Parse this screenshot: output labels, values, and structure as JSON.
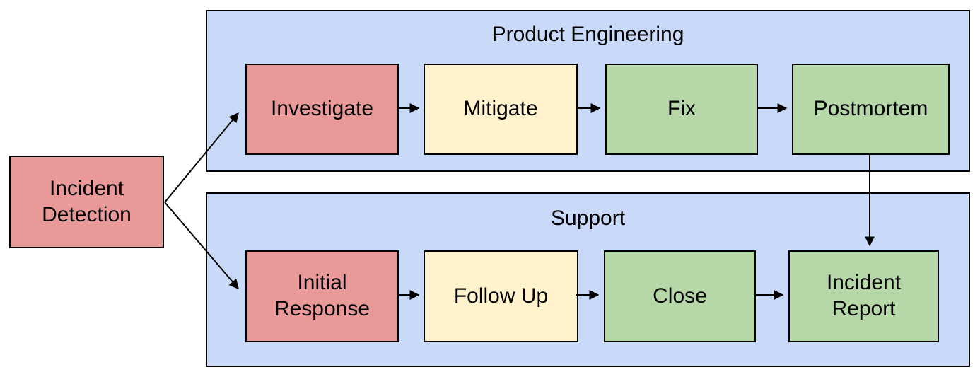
{
  "diagram": {
    "start": {
      "label": "Incident Detection",
      "fill": "#EA9999"
    },
    "groups": [
      {
        "title": "Product Engineering",
        "fill": "#C9DAF8",
        "nodes": [
          {
            "id": "investigate",
            "label": "Investigate",
            "fill": "#EA9999"
          },
          {
            "id": "mitigate",
            "label": "Mitigate",
            "fill": "#FFF2CC"
          },
          {
            "id": "fix",
            "label": "Fix",
            "fill": "#B6D7A8"
          },
          {
            "id": "postmortem",
            "label": "Postmortem",
            "fill": "#B6D7A8"
          }
        ]
      },
      {
        "title": "Support",
        "fill": "#C9DAF8",
        "nodes": [
          {
            "id": "initial-response",
            "label": "Initial Response",
            "fill": "#EA9999"
          },
          {
            "id": "follow-up",
            "label": "Follow Up",
            "fill": "#FFF2CC"
          },
          {
            "id": "close",
            "label": "Close",
            "fill": "#B6D7A8"
          },
          {
            "id": "incident-report",
            "label": "Incident Report",
            "fill": "#B6D7A8"
          }
        ]
      }
    ],
    "edges": [
      {
        "from": "incident-detection",
        "to": "investigate"
      },
      {
        "from": "incident-detection",
        "to": "initial-response"
      },
      {
        "from": "investigate",
        "to": "mitigate"
      },
      {
        "from": "mitigate",
        "to": "fix"
      },
      {
        "from": "fix",
        "to": "postmortem"
      },
      {
        "from": "postmortem",
        "to": "incident-report"
      },
      {
        "from": "initial-response",
        "to": "follow-up"
      },
      {
        "from": "follow-up",
        "to": "close"
      },
      {
        "from": "close",
        "to": "incident-report"
      }
    ],
    "colors": {
      "node_red": "#EA9999",
      "node_yellow": "#FFF2CC",
      "node_green": "#B6D7A8",
      "group_blue": "#C9DAF8",
      "border": "#000000",
      "text": "#000000",
      "canvas_bg": "#FFFFFF"
    }
  }
}
